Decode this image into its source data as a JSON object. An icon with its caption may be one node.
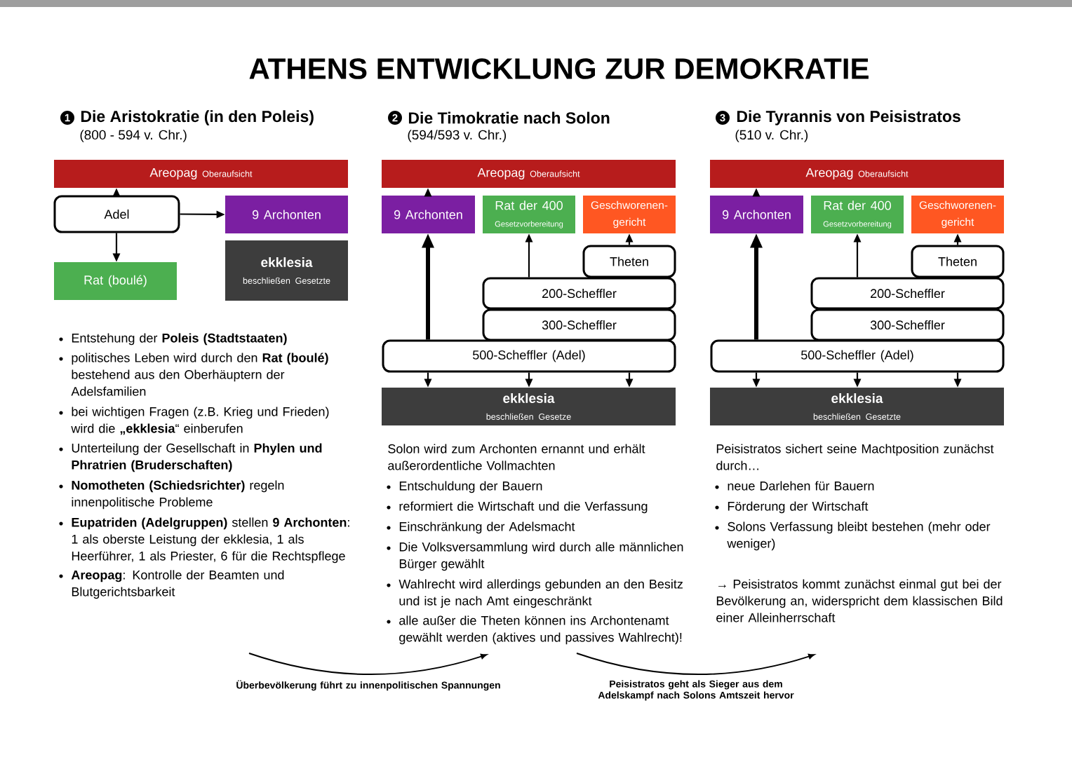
{
  "diagram": {
    "title": "ATHENS ENTWICKLUNG ZUR DEMOKRATIE",
    "nodes": [
      {
        "text": [
          "Areopag",
          "Oberaufsicht"
        ]
      },
      {
        "text": [
          "Adel"
        ]
      },
      {
        "text": [
          "9 Archonten"
        ]
      },
      {
        "text": [
          "Rat (boulé)"
        ]
      },
      {
        "text": [
          "ekklesia",
          "beschließen Gesetzte"
        ]
      },
      {
        "text": [
          "Areopag",
          "Oberaufsicht"
        ]
      },
      {
        "text": [
          "9 Archonten"
        ]
      },
      {
        "text": [
          "Rat der 400",
          "Gesetzvorbereitung"
        ]
      },
      {
        "text": [
          "Geschworenen-gericht"
        ]
      },
      {
        "text": [
          "Theten"
        ]
      },
      {
        "text": [
          "200-Scheffler"
        ]
      },
      {
        "text": [
          "300-Scheffler"
        ]
      },
      {
        "text": [
          "500-Scheffler (Adel)"
        ]
      },
      {
        "text": [
          "ekklesia",
          "beschließen Gesetze"
        ]
      },
      {
        "text": [
          "Areopag",
          "Oberaufsicht"
        ]
      },
      {
        "text": [
          "9 Archonten"
        ]
      },
      {
        "text": [
          "Rat der 400",
          "Gesetzvorbereitung"
        ]
      },
      {
        "text": [
          "Geschworenen-gericht"
        ]
      },
      {
        "text": [
          "Theten"
        ]
      },
      {
        "text": [
          "200-Scheffler"
        ]
      },
      {
        "text": [
          "300-Scheffler"
        ]
      },
      {
        "text": [
          "500-Scheffler (Adel)"
        ]
      },
      {
        "text": [
          "ekklesia",
          "beschließen Gesetzte"
        ]
      }
    ],
    "edges": [
      {
        "from": 1,
        "to": 0,
        "arrow": "to"
      },
      {
        "from": 1,
        "to": 2,
        "arrow": "to"
      },
      {
        "from": 1,
        "to": 3,
        "arrow": "to"
      },
      {
        "from": 6,
        "to": 5,
        "arrow": "to"
      },
      {
        "from": 12,
        "to": 6,
        "arrow": "to",
        "style": "thick"
      },
      {
        "from": 10,
        "to": 7,
        "arrow": "to"
      },
      {
        "from": 9,
        "to": 8,
        "arrow": "to"
      },
      {
        "from": 12,
        "to": 13,
        "arrow": "to"
      },
      {
        "from": 12,
        "to": 13,
        "arrow": "to"
      },
      {
        "from": 12,
        "to": 13,
        "arrow": "to"
      },
      {
        "from": 15,
        "to": 14,
        "arrow": "to"
      },
      {
        "from": 21,
        "to": 15,
        "arrow": "to",
        "style": "thick"
      },
      {
        "from": 19,
        "to": 16,
        "arrow": "to"
      },
      {
        "from": 18,
        "to": 17,
        "arrow": "to"
      },
      {
        "from": 21,
        "to": 22,
        "arrow": "to"
      },
      {
        "from": 21,
        "to": 22,
        "arrow": "to"
      },
      {
        "from": 21,
        "to": 22,
        "arrow": "to"
      }
    ],
    "labels": [
      "1",
      "Die Aristokratie (in den Poleis)",
      "(800 - 594 v. Chr.)",
      "2",
      "Die Timokratie nach Solon",
      "(594/593 v. Chr.)",
      "3",
      "Die Tyrannis von Peisistratos",
      "(510 v. Chr.)",
      "Entstehung der **Poleis (Stadtstaaten)**",
      "politisches Leben wird durch den **Rat (boulé)** bestehend aus den Oberhäuptern der Adelsfamilien",
      "bei wichtigen Fragen (z.B. Krieg und Frieden) wird die **„ekklesia**“ einberufen",
      "Unterteilung der Gesellschaft in **Phylen und Phratrien (Bruderschaften)**",
      "**Nomotheten (Schiedsrichter)** regeln innenpolitische Probleme",
      "**Eupatriden (Adelgruppen)** stellen **9 Archonten**: 1 als oberste Leistung der ekklesia, 1 als Heerführer, 1 als Priester, 6 für die Rechtspflege",
      "**Areopag**: Kontrolle der Beamten und Blutgerichtsbarkeit",
      "Solon wird zum Archonten ernannt und erhält außerordentliche Vollmachten",
      "Entschuldung der Bauern",
      "reformiert die Wirtschaft und die Verfassung",
      "Einschränkung der Adelsmacht",
      "Die Volksversammlung wird durch alle männlichen Bürger gewählt",
      "Wahlrecht wird allerdings gebunden an den Besitz und ist je nach Amt eingeschränkt",
      "alle außer die Theten können ins Archontenamt gewählt werden (aktives und passives Wahlrecht)!",
      "Peisistratos sichert seine Machtposition zunächst durch…",
      "neue Darlehen für Bauern",
      "Förderung der Wirtschaft",
      "Solons Verfassung bleibt bestehen (mehr oder weniger)",
      "→ Peisistratos kommt zunächst einmal gut bei der Bevölkerung an, widerspricht dem klassischen Bild einer Alleinherrschaft",
      "Überbevölkerung führt zu innenpolitischen Spannungen",
      "Peisistratos geht als Sieger aus dem Adelskampf nach Solons Amtszeit hervor"
    ]
  }
}
